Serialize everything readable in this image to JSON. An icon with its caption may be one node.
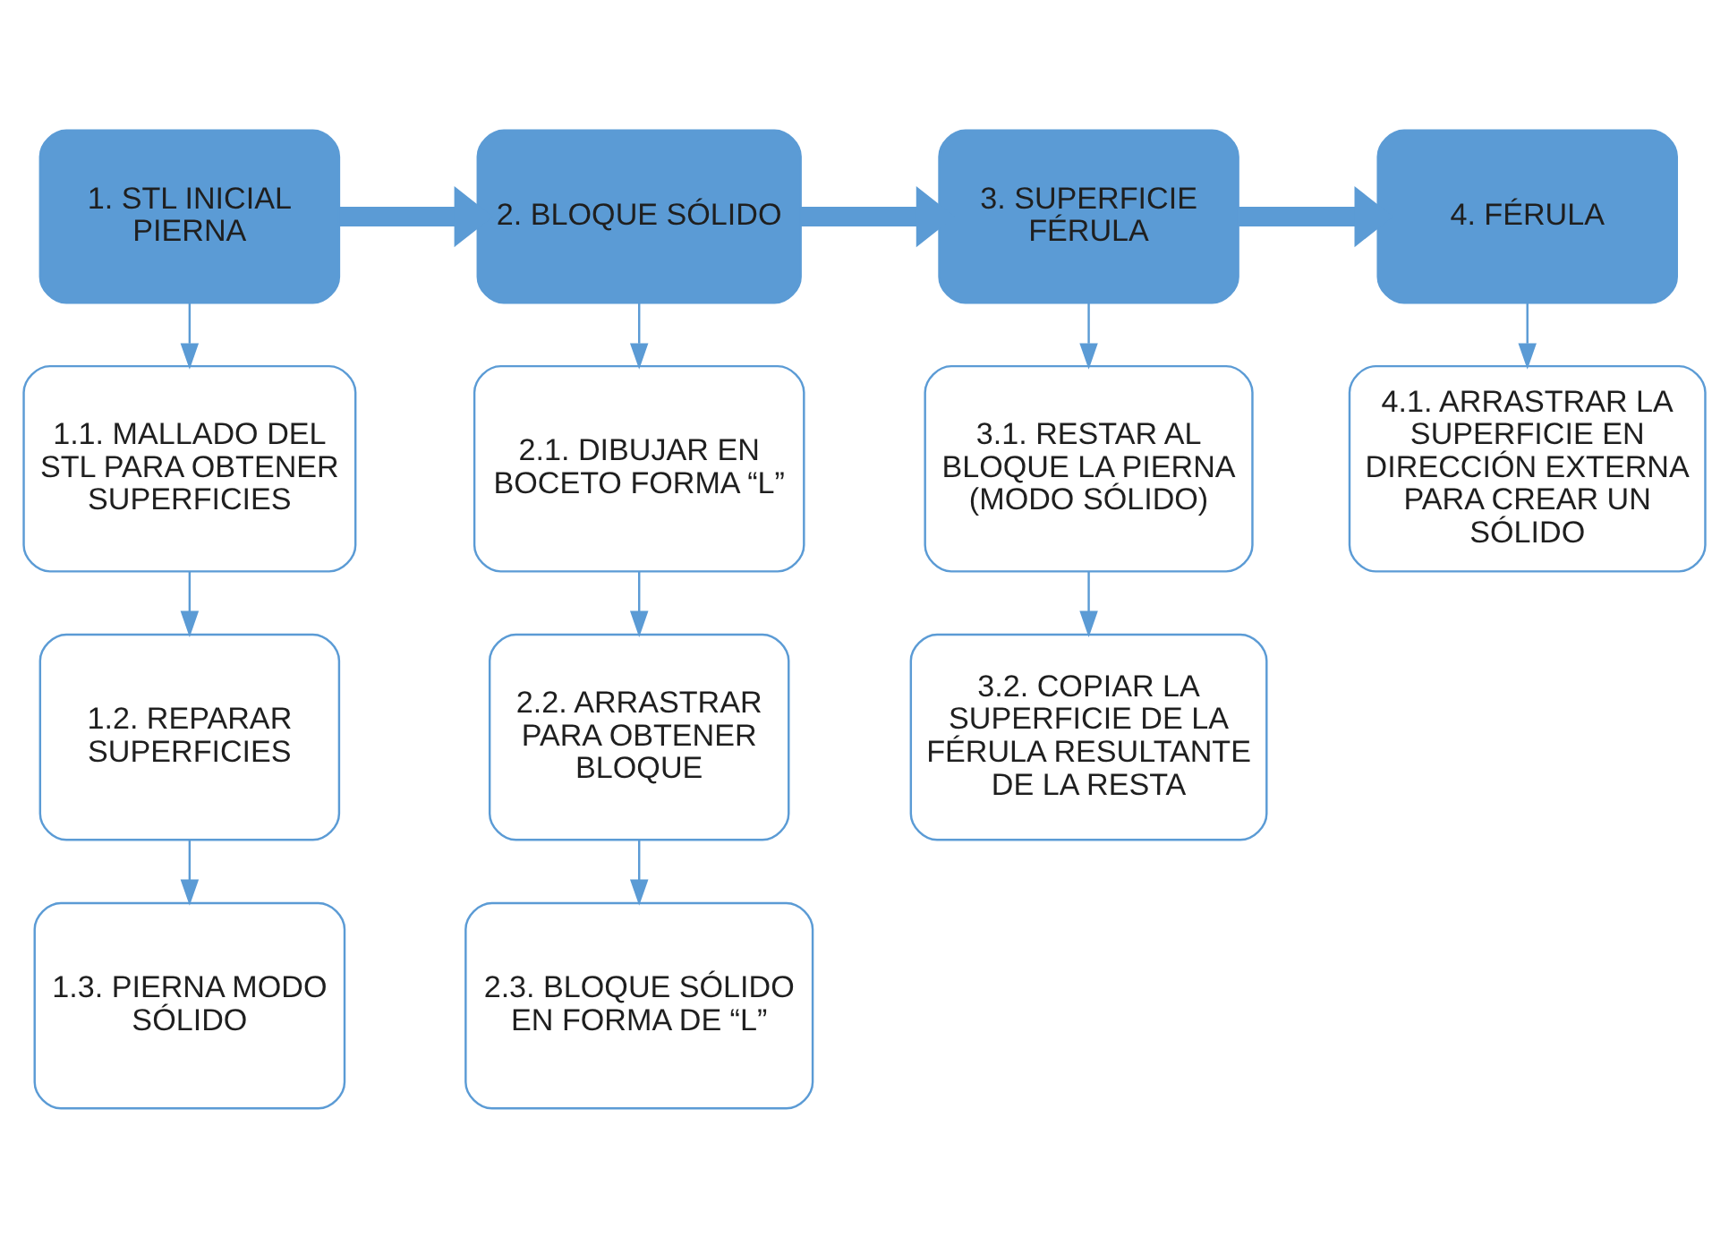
{
  "diagram": {
    "nodes": [
      {
        "text": [
          "1. STL INICIAL PIERNA"
        ]
      },
      {
        "text": [
          "2. BLOQUE SÓLIDO"
        ]
      },
      {
        "text": [
          "3. SUPERFICIE FÉRULA"
        ]
      },
      {
        "text": [
          "4. FÉRULA"
        ]
      },
      {
        "text": [
          "1.1. MALLADO DEL STL PARA OBTENER SUPERFICIES"
        ]
      },
      {
        "text": [
          "1.2. REPARAR SUPERFICIES"
        ]
      },
      {
        "text": [
          "1.3. PIERNA MODO SÓLIDO"
        ]
      },
      {
        "text": [
          "2.1. DIBUJAR EN BOCETO FORMA “L”"
        ]
      },
      {
        "text": [
          "2.2. ARRASTRAR PARA OBTENER BLOQUE"
        ]
      },
      {
        "text": [
          "2.3. BLOQUE SÓLIDO EN FORMA DE “L”"
        ]
      },
      {
        "text": [
          "3.1. RESTAR AL BLOQUE LA PIERNA (MODO SÓLIDO)"
        ]
      },
      {
        "text": [
          "3.2. COPIAR LA SUPERFICIE DE LA FÉRULA RESULTANTE DE LA RESTA"
        ]
      },
      {
        "text": [
          "4.1. ARRASTRAR LA SUPERFICIE EN DIRECCIÓN EXTERNA PARA CREAR UN SÓLIDO"
        ]
      }
    ],
    "edges": [
      {
        "from": 0,
        "to": 1,
        "arrow": "to",
        "style": "thick"
      },
      {
        "from": 1,
        "to": 2,
        "arrow": "to",
        "style": "thick"
      },
      {
        "from": 2,
        "to": 3,
        "arrow": "to",
        "style": "thick"
      },
      {
        "from": 0,
        "to": 4,
        "arrow": "to"
      },
      {
        "from": 4,
        "to": 5,
        "arrow": "to"
      },
      {
        "from": 5,
        "to": 6,
        "arrow": "to"
      },
      {
        "from": 1,
        "to": 7,
        "arrow": "to"
      },
      {
        "from": 7,
        "to": 8,
        "arrow": "to"
      },
      {
        "from": 8,
        "to": 9,
        "arrow": "to"
      },
      {
        "from": 2,
        "to": 10,
        "arrow": "to"
      },
      {
        "from": 10,
        "to": 11,
        "arrow": "to"
      },
      {
        "from": 3,
        "to": 12,
        "arrow": "to"
      }
    ]
  }
}
